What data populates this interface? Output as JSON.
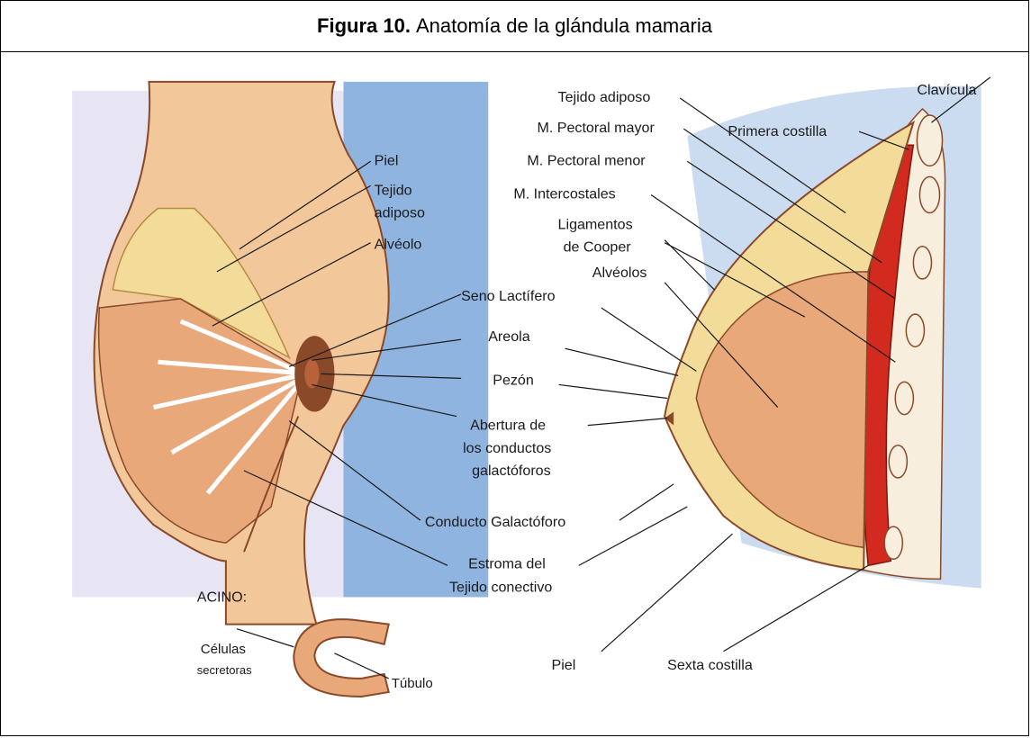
{
  "caption": {
    "label": "Figura 10.",
    "title": "Anatomía de la glándula mamaria"
  },
  "left_labels": {
    "piel": "Piel",
    "tejido_line1": "Tejido",
    "tejido_line2": "adiposo",
    "alveolo": "Alvéolo",
    "seno": "Seno Lactífero",
    "areola": "Areola",
    "pezon": "Pezón",
    "abertura_line1": "Abertura de",
    "abertura_line2": "los conductos",
    "abertura_line3": "galactóforos",
    "conducto": "Conducto Galactóforo",
    "estroma_line1": "Estroma del",
    "estroma_line2": "Tejido conectivo"
  },
  "acino": {
    "title": "ACINO:",
    "celulas_line1": "Células",
    "celulas_line2": "secretoras",
    "tubulo": "Túbulo"
  },
  "right_labels": {
    "clavicula": "Clavícula",
    "tejido_adiposo": "Tejido adiposo",
    "primera_costilla": "Primera costilla",
    "pectoral_mayor": "M. Pectoral mayor",
    "pectoral_menor": "M. Pectoral menor",
    "intercostales": "M. Intercostales",
    "ligamentos_line1": "Ligamentos",
    "ligamentos_line2": "de Cooper",
    "alveolos": "Alvéolos",
    "piel": "Piel",
    "sexta_costilla": "Sexta costilla"
  },
  "colors": {
    "background_blue": "#8fb4e0",
    "background_lavender": "#d7d2ec",
    "skin": "#f2c79a",
    "gland": "#e8a87a",
    "fat": "#f3dc9a",
    "muscle": "#d22a1e",
    "areola": "#8a4a2a"
  }
}
